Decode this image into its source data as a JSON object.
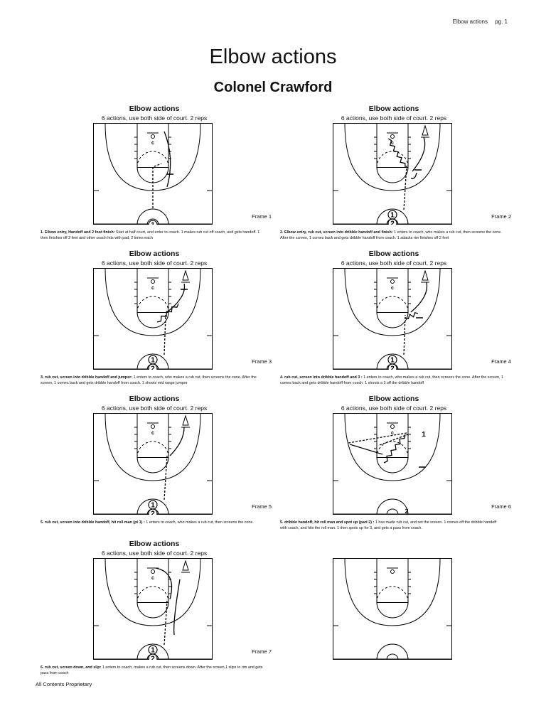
{
  "header": {
    "title": "Elbow actions",
    "page": "pg. 1"
  },
  "title": "Elbow actions",
  "subtitle": "Colonel Crawford",
  "frames": [
    {
      "title": "Elbow actions",
      "subtitle": "6 actions, use both side of court. 2 reps",
      "label": "Frame 1",
      "caption_bold": "1. Elbow entry, Handoff and 2 foot finish:",
      "caption_text": " Start at half court, and enter to coach. 1 makes rub cut off coach, and gets handoff. 1 then finishes off 2 feet and other coach hits with pad, 2 times each"
    },
    {
      "title": "Elbow actions",
      "subtitle": "6 actions, use both side of court. 2 reps",
      "label": "Frame 2",
      "caption_bold": "2. Elbow entry, rub cut, screen into dribble handoff and finish:",
      "caption_text": " 1 enters to coach, who makes a rub cut, then screens the cone. After the screen, 1 comes back and gets dribble handoff from coach. 1 attacks rim finishes off 2 feet"
    },
    {
      "title": "Elbow actions",
      "subtitle": "6 actions, use both side of court. 2 reps",
      "label": "Frame 3",
      "caption_bold": "3. rub cut, screen into dribble handoff and jumper:",
      "caption_text": " 1 enters to coach, who makes a rub cut, then screens the cone. After the screen, 1 comes back and gets dribble handoff from coach. 1 shoots mid range jumper"
    },
    {
      "title": "Elbow actions",
      "subtitle": "6 actions, use both side of court. 2 reps",
      "label": "Frame 4",
      "caption_bold": "4. rub cut, screen into dribble handoff and 3 :",
      "caption_text": " 1 enters to coach, who makes a rub cut, then screens the cone. After the screen, 1 comes back and gets dribble handoff from coach. 1 shoots a 3 off the dribble handoff"
    },
    {
      "title": "Elbow actions",
      "subtitle": "6 actions, use both side of court. 2 reps",
      "label": "Frame 5",
      "caption_bold": "5. rub cut, screen into dribble handoff, hit roll man (pt 1) :",
      "caption_text": " 1 enters to coach, who makes a rub cut, then screens the cone."
    },
    {
      "title": "Elbow actions",
      "subtitle": "6 actions, use both side of court. 2 reps",
      "label": "Frame 6",
      "caption_bold": "5. dribble handoff, hit roll man and spot up (part 2) :",
      "caption_text": " 1 has made rub cut, and set the screen. 1 comes off the dribble handoff with coach, and hits the roll man. 1 then spots up for 3, and gets a pass from coach."
    },
    {
      "title": "Elbow actions",
      "subtitle": "6 actions, use both side of court. 2 reps",
      "label": "Frame 7",
      "caption_bold": "6. rub cut, screen down, and slip:",
      "caption_text": " 1 enters to coach, makes a rub cut, then screens down. After the screen,1 slips to rim and gets pass from coach"
    }
  ],
  "court_marks": {
    "coach": "c",
    "p1": "1",
    "p2": "2"
  },
  "footer": "All Contents Proprietary"
}
